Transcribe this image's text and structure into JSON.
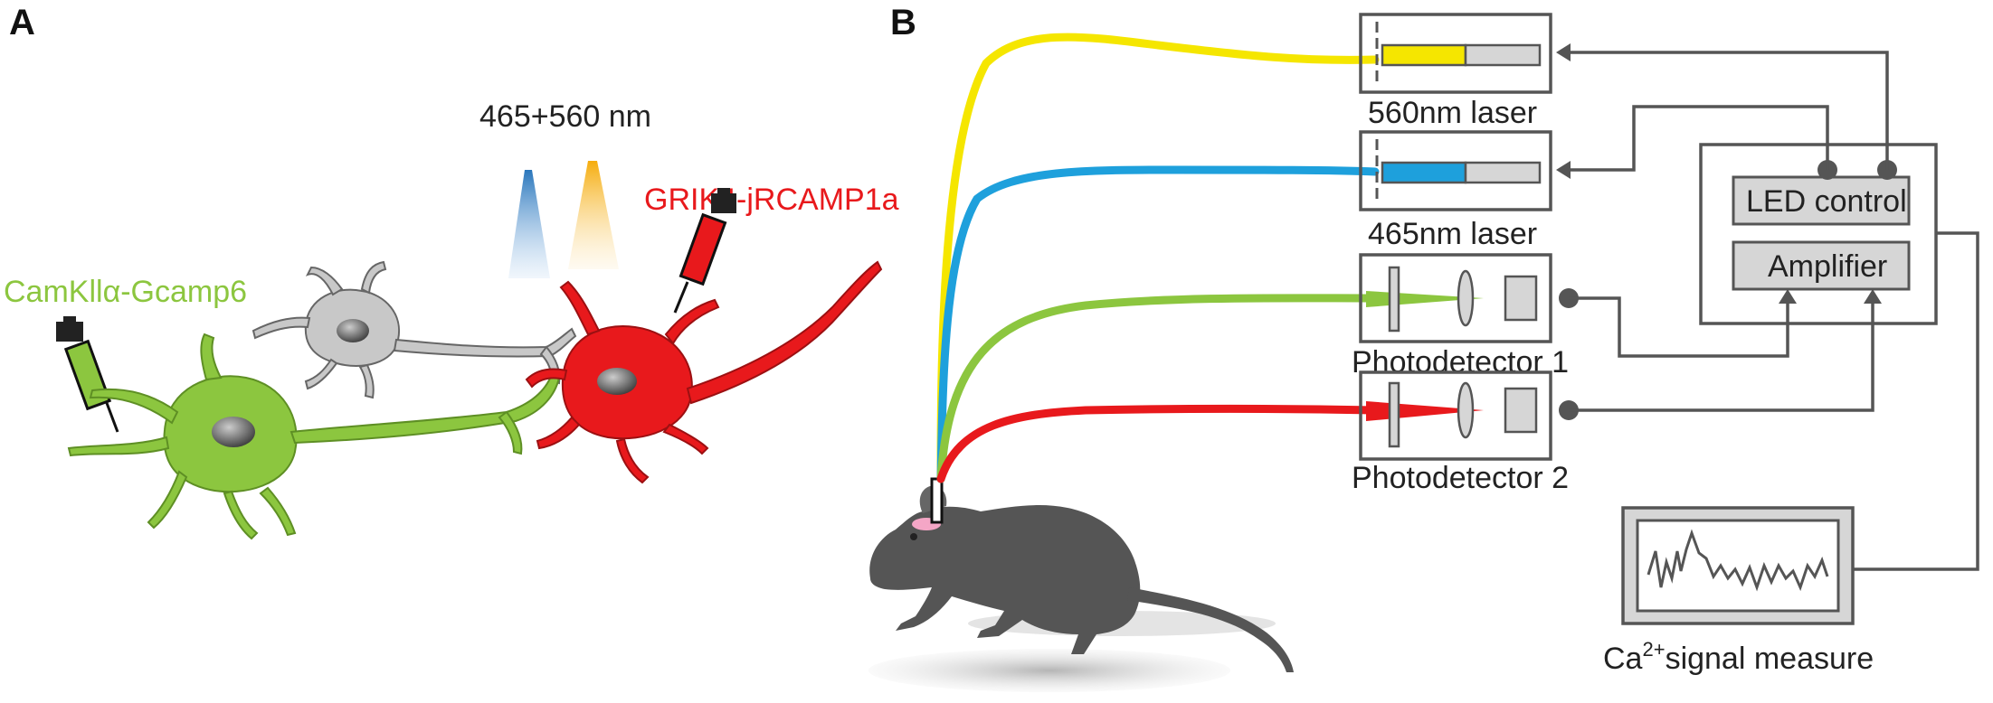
{
  "panels": {
    "a_letter": "A",
    "b_letter": "B"
  },
  "panel_a": {
    "wavelength_label": "465+560 nm",
    "green_label": "CamKllα-Gcamp6",
    "red_label": "GRIK4-jRCAMP1a"
  },
  "panel_b": {
    "laser_560_label": "560nm laser",
    "laser_465_label": "465nm laser",
    "photodetector_1_label": "Photodetector 1",
    "photodetector_2_label": "Photodetector 2",
    "led_control_label": "LED control",
    "amplifier_label": "Amplifier",
    "signal_label_prefix": "Ca",
    "signal_label_superscript": "2+",
    "signal_label_suffix": "signal measure"
  },
  "colors": {
    "yellow": "#f5e600",
    "blue": "#1ea0dc",
    "green": "#8cc63f",
    "red": "#e8191c",
    "gray": "#555555",
    "box_fill": "#d6d6d6"
  }
}
